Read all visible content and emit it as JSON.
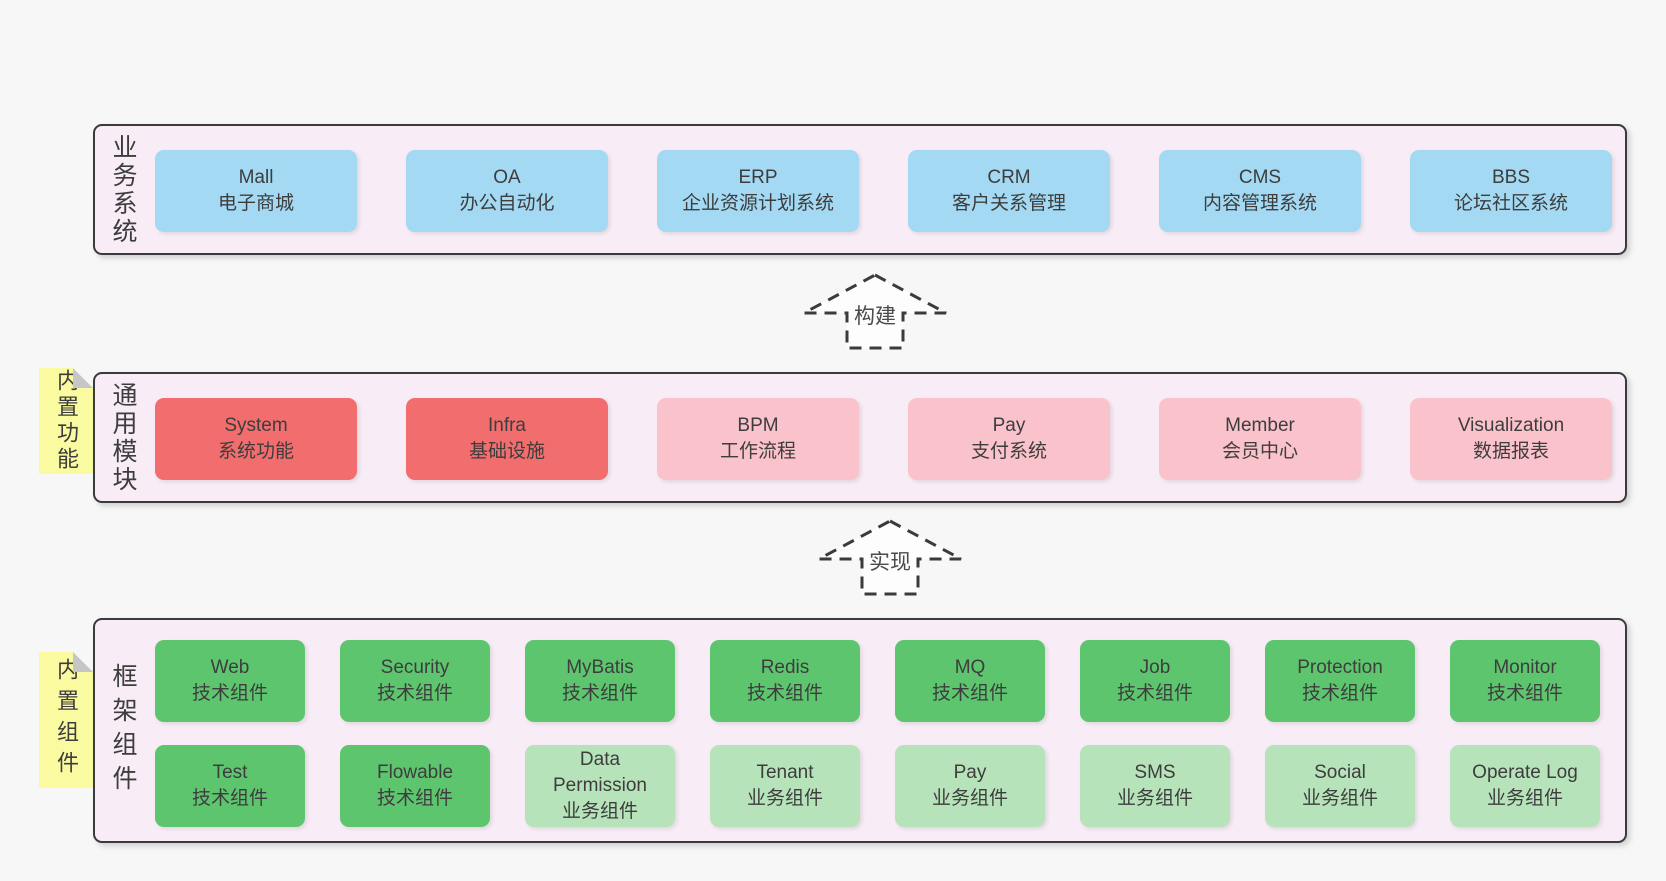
{
  "colors": {
    "page_bg": "#f7f7f7",
    "panel_bg": "#f8edf6",
    "panel_border": "#3b3b3b",
    "text": "#3d3d3d",
    "blue": "#a4d9f3",
    "red": "#f26d6d",
    "pink": "#fac3cb",
    "green": "#5ec56f",
    "light_green": "#b7e3bb",
    "tab_yellow": "#fafaa0",
    "fold_gray": "#c6c6c6"
  },
  "arrows": [
    {
      "label": "构建"
    },
    {
      "label": "实现"
    }
  ],
  "layers": {
    "business": {
      "side_label": "业务系统",
      "boxes": [
        {
          "title": "Mall",
          "subtitle": "电子商城",
          "variant": "blue"
        },
        {
          "title": "OA",
          "subtitle": "办公自动化",
          "variant": "blue"
        },
        {
          "title": "ERP",
          "subtitle": "企业资源计划系统",
          "variant": "blue"
        },
        {
          "title": "CRM",
          "subtitle": "客户关系管理",
          "variant": "blue"
        },
        {
          "title": "CMS",
          "subtitle": "内容管理系统",
          "variant": "blue"
        },
        {
          "title": "BBS",
          "subtitle": "论坛社区系统",
          "variant": "blue"
        }
      ]
    },
    "modules": {
      "side_label": "通用模块",
      "tab_label": "内置功能",
      "boxes": [
        {
          "title": "System",
          "subtitle": "系统功能",
          "variant": "red"
        },
        {
          "title": "Infra",
          "subtitle": "基础设施",
          "variant": "red"
        },
        {
          "title": "BPM",
          "subtitle": "工作流程",
          "variant": "pink"
        },
        {
          "title": "Pay",
          "subtitle": "支付系统",
          "variant": "pink"
        },
        {
          "title": "Member",
          "subtitle": "会员中心",
          "variant": "pink"
        },
        {
          "title": "Visualization",
          "subtitle": "数据报表",
          "variant": "pink"
        }
      ]
    },
    "components": {
      "side_label": "框架组件",
      "tab_label": "内置组件",
      "row1": [
        {
          "title": "Web",
          "subtitle": "技术组件",
          "variant": "green"
        },
        {
          "title": "Security",
          "subtitle": "技术组件",
          "variant": "green"
        },
        {
          "title": "MyBatis",
          "subtitle": "技术组件",
          "variant": "green"
        },
        {
          "title": "Redis",
          "subtitle": "技术组件",
          "variant": "green"
        },
        {
          "title": "MQ",
          "subtitle": "技术组件",
          "variant": "green"
        },
        {
          "title": "Job",
          "subtitle": "技术组件",
          "variant": "green"
        },
        {
          "title": "Protection",
          "subtitle": "技术组件",
          "variant": "green"
        },
        {
          "title": "Monitor",
          "subtitle": "技术组件",
          "variant": "green"
        }
      ],
      "row2": [
        {
          "title": "Test",
          "subtitle": "技术组件",
          "variant": "green"
        },
        {
          "title": "Flowable",
          "subtitle": "技术组件",
          "variant": "green"
        },
        {
          "title": "Data Permission",
          "subtitle": "业务组件",
          "variant": "light_green"
        },
        {
          "title": "Tenant",
          "subtitle": "业务组件",
          "variant": "light_green"
        },
        {
          "title": "Pay",
          "subtitle": "业务组件",
          "variant": "light_green"
        },
        {
          "title": "SMS",
          "subtitle": "业务组件",
          "variant": "light_green"
        },
        {
          "title": "Social",
          "subtitle": "业务组件",
          "variant": "light_green"
        },
        {
          "title": "Operate Log",
          "subtitle": "业务组件",
          "variant": "light_green"
        }
      ]
    }
  }
}
